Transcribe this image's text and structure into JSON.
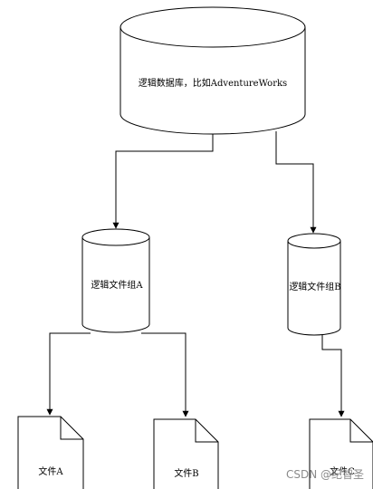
{
  "diagram": {
    "database_label": "逻辑数据库，比如AdventureWorks",
    "filegroups": [
      {
        "label": "逻辑文件组A"
      },
      {
        "label": "逻辑文件组B"
      }
    ],
    "files": [
      {
        "label": "文件A"
      },
      {
        "label": "文件B"
      },
      {
        "label": "文件C"
      }
    ]
  },
  "watermark": "CSDN @纪智圣"
}
